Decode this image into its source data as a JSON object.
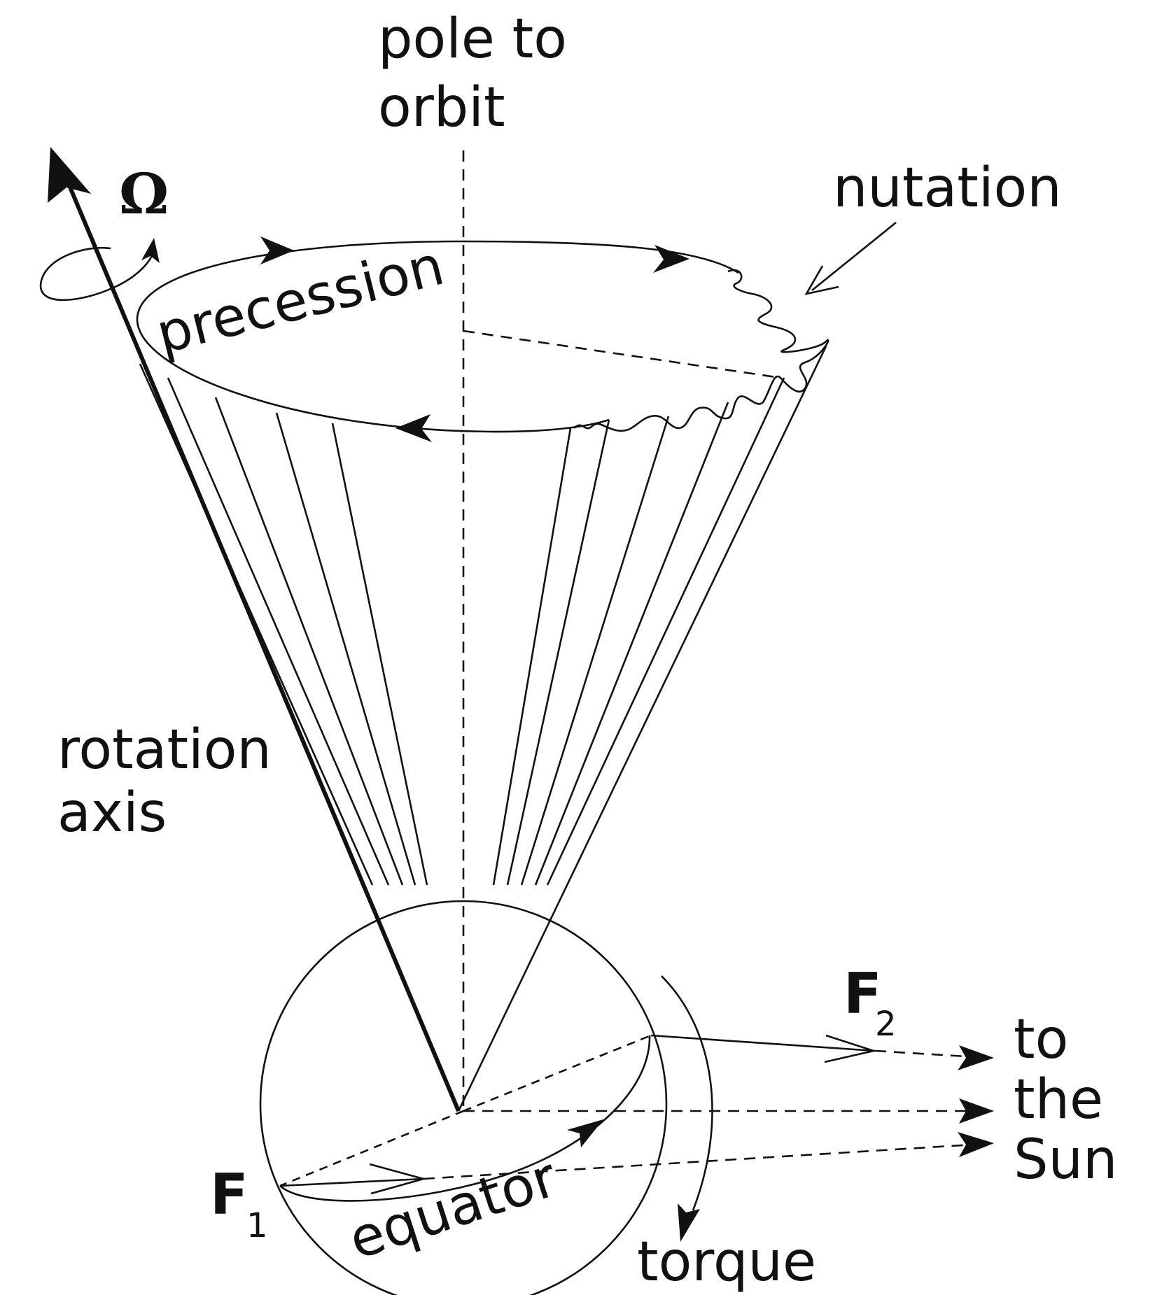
{
  "labels": {
    "pole_line1": "pole to",
    "pole_line2": "orbit",
    "omega": "Ω",
    "nutation": "nutation",
    "precession": "precession",
    "rotation_line1": "rotation",
    "rotation_line2": "axis",
    "force1": "F",
    "force1_sub": "1",
    "force2": "F",
    "force2_sub": "2",
    "equator": "equator",
    "torque": "torque",
    "sun_line1": "to",
    "sun_line2": "the",
    "sun_line3": "Sun"
  }
}
